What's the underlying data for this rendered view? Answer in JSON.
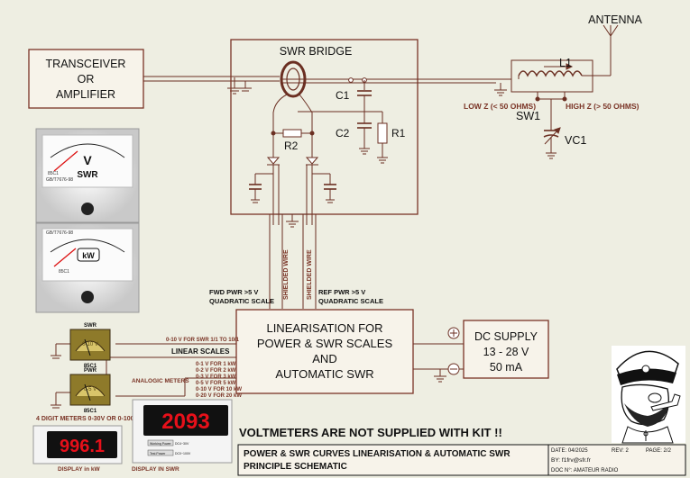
{
  "blocks": {
    "transceiver": [
      "TRANSCEIVER",
      "OR",
      "AMPLIFIER"
    ],
    "swr_bridge": "SWR BRIDGE",
    "linearisation": [
      "LINEARISATION FOR",
      "POWER & SWR SCALES",
      "AND",
      "AUTOMATIC SWR"
    ],
    "dc_supply": [
      "DC SUPPLY",
      "13 - 28 V",
      "50 mA"
    ]
  },
  "components": {
    "c1": "C1",
    "c2": "C2",
    "r1": "R1",
    "r2": "R2",
    "l1": "L1",
    "sw1": "SW1",
    "vc1": "VC1",
    "antenna": "ANTENNA",
    "low_z": "LOW Z (< 50 OHMS)",
    "high_z": "HIGH Z (> 50 OHMS)",
    "shielded_wire_1": "SHIELDED WIRE",
    "shielded_wire_2": "SHIELDED WIRE"
  },
  "signals": {
    "fwd": [
      "FWD PWR  >5 V",
      "QUADRATIC SCALE"
    ],
    "ref": [
      "REF PWR  >5 V",
      "QUADRATIC SCALE"
    ],
    "swr_range": "0-10 V FOR SWR 1/1 TO 10/1",
    "linear_scales": "LINEAR SCALES",
    "analogic_meters": "ANALOGIC METERS",
    "power_ranges": [
      "0-1 V FOR 1 kW",
      "0-2 V FOR 2 kW",
      "0-3 V FOR 3 kW",
      "0-5 V FOR 5 kW",
      "0-10 V FOR 10 kW",
      "0-20 V FOR 20 kW"
    ]
  },
  "meters": {
    "swr_meter": {
      "title": "SWR",
      "scale": "0-10 V",
      "model": "85C1"
    },
    "pwr_meter": {
      "title": "PWR",
      "scale": "0-5 V",
      "model": "85C1"
    },
    "photo_swr_unit": "V",
    "photo_swr_label": "SWR",
    "photo_swr_std": "GB/T7676-98",
    "photo_swr_model": "85C1",
    "photo_pwr_unit": "kW",
    "photo_pwr_std": "GB/T7676-98",
    "photo_pwr_model": "85C1",
    "digital_label": "4 DIGIT METERS 0-30V OR 0-100V",
    "display_kw_value": "996.1",
    "display_kw_caption": "DISPLAY in kW",
    "display_swr_value": "2093",
    "display_swr_caption": "DISPLAY IN SWR",
    "wiring_labels": [
      "Working Power",
      "DC4~30V",
      "Test Power",
      "DC0~100V"
    ]
  },
  "notice": "VOLTMETERS ARE NOT SUPPLIED WITH KIT !!",
  "title_block": {
    "title_line1": "POWER & SWR CURVES LINEARISATION & AUTOMATIC SWR",
    "title_line2": "PRINCIPLE SCHEMATIC",
    "date": "DATE: 04/2025",
    "rev": "REV: 2",
    "page": "PAGE: 2/2",
    "by": "BY:  f1frv@sfr.fr",
    "doc": "DOC N°:  AMATEUR RADIO"
  },
  "colors": {
    "wire": "#6b2f22",
    "box": "#7a3426",
    "text": "#111111",
    "display": "#e8101a"
  }
}
